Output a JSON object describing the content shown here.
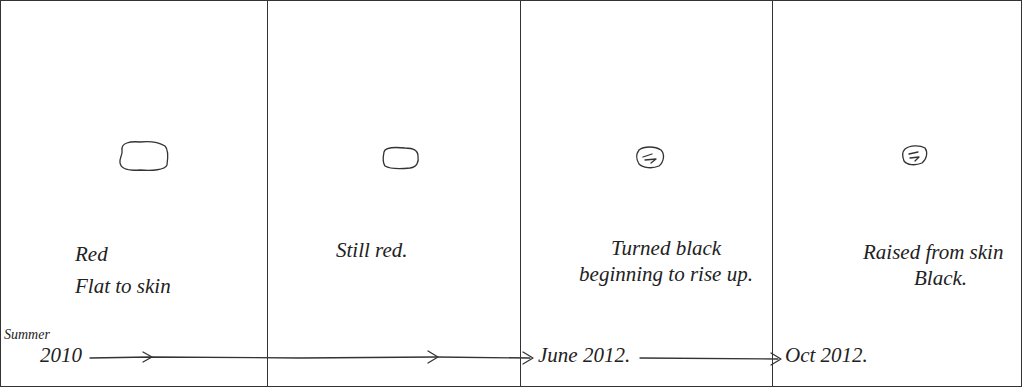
{
  "diagram": {
    "nodes": [
      {
        "text": [
          "Red",
          "Flat to skin"
        ]
      },
      {
        "text": [
          "Still red."
        ]
      },
      {
        "text": [
          "Turned black beginning to rise up."
        ]
      },
      {
        "text": [
          "Raised from skin",
          "Black."
        ]
      }
    ],
    "labels": [
      "Summer",
      "2010",
      "June 2012.",
      "Oct 2012."
    ]
  }
}
